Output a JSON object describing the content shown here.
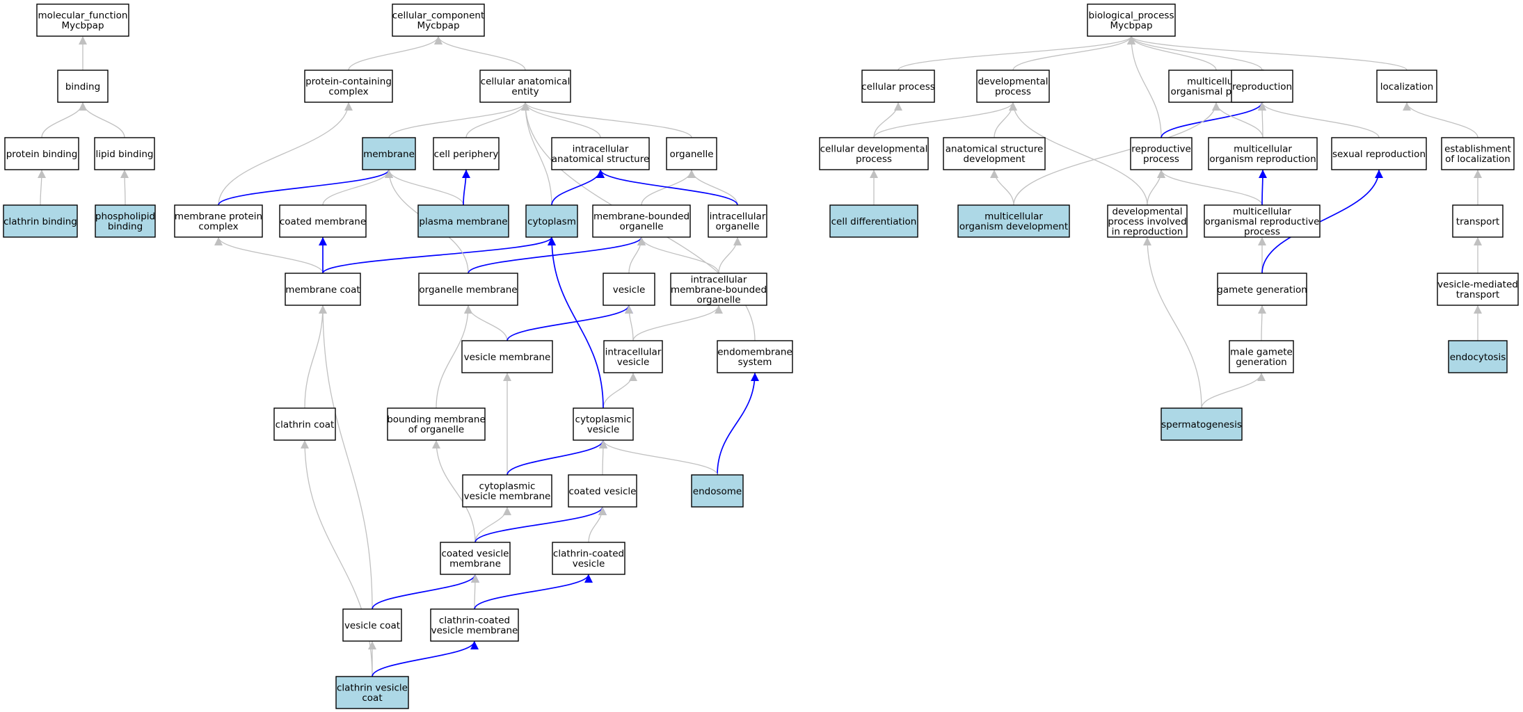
{
  "colors": {
    "plain": "#ffffff",
    "highlight": "#add8e6",
    "gray_edge": "#c0c0c0",
    "blue_edge": "#0000ff",
    "border": "#000000"
  },
  "nodes": [
    {
      "id": "mf",
      "lines": [
        "molecular_function",
        "Mycbpap"
      ],
      "hl": false
    },
    {
      "id": "binding",
      "lines": [
        "binding"
      ],
      "hl": false
    },
    {
      "id": "protbind",
      "lines": [
        "protein binding"
      ],
      "hl": false
    },
    {
      "id": "lipidbind",
      "lines": [
        "lipid binding"
      ],
      "hl": false
    },
    {
      "id": "clathbind",
      "lines": [
        "clathrin binding"
      ],
      "hl": true
    },
    {
      "id": "phosbind",
      "lines": [
        "phospholipid",
        "binding"
      ],
      "hl": true
    },
    {
      "id": "cc",
      "lines": [
        "cellular_component",
        "Mycbpap"
      ],
      "hl": false
    },
    {
      "id": "protcomplex",
      "lines": [
        "protein-containing",
        "complex"
      ],
      "hl": false
    },
    {
      "id": "cae",
      "lines": [
        "cellular anatomical",
        "entity"
      ],
      "hl": false
    },
    {
      "id": "membrane",
      "lines": [
        "membrane"
      ],
      "hl": true
    },
    {
      "id": "cellper",
      "lines": [
        "cell periphery"
      ],
      "hl": false
    },
    {
      "id": "ias",
      "lines": [
        "intracellular",
        "anatomical structure"
      ],
      "hl": false
    },
    {
      "id": "organelle",
      "lines": [
        "organelle"
      ],
      "hl": false
    },
    {
      "id": "mpc",
      "lines": [
        "membrane protein",
        "complex"
      ],
      "hl": false
    },
    {
      "id": "coatedmem",
      "lines": [
        "coated membrane"
      ],
      "hl": false
    },
    {
      "id": "plasmamem",
      "lines": [
        "plasma membrane"
      ],
      "hl": true
    },
    {
      "id": "cytoplasm",
      "lines": [
        "cytoplasm"
      ],
      "hl": true
    },
    {
      "id": "mbo",
      "lines": [
        "membrane-bounded",
        "organelle"
      ],
      "hl": false
    },
    {
      "id": "intorg",
      "lines": [
        "intracellular",
        "organelle"
      ],
      "hl": false
    },
    {
      "id": "memcoat",
      "lines": [
        "membrane coat"
      ],
      "hl": false
    },
    {
      "id": "orgmem",
      "lines": [
        "organelle membrane"
      ],
      "hl": false
    },
    {
      "id": "vesicle",
      "lines": [
        "vesicle"
      ],
      "hl": false
    },
    {
      "id": "imbo",
      "lines": [
        "intracellular",
        "membrane-bounded",
        "organelle"
      ],
      "hl": false
    },
    {
      "id": "vesmem",
      "lines": [
        "vesicle membrane"
      ],
      "hl": false
    },
    {
      "id": "intves",
      "lines": [
        "intracellular",
        "vesicle"
      ],
      "hl": false
    },
    {
      "id": "endomem",
      "lines": [
        "endomembrane",
        "system"
      ],
      "hl": false
    },
    {
      "id": "clathcoat",
      "lines": [
        "clathrin coat"
      ],
      "hl": false
    },
    {
      "id": "bmo",
      "lines": [
        "bounding membrane",
        "of organelle"
      ],
      "hl": false
    },
    {
      "id": "cytoves",
      "lines": [
        "cytoplasmic",
        "vesicle"
      ],
      "hl": false
    },
    {
      "id": "cvm",
      "lines": [
        "cytoplasmic",
        "vesicle membrane"
      ],
      "hl": false
    },
    {
      "id": "coatedves",
      "lines": [
        "coated vesicle"
      ],
      "hl": false
    },
    {
      "id": "endosome",
      "lines": [
        "endosome"
      ],
      "hl": true
    },
    {
      "id": "cvmem",
      "lines": [
        "coated vesicle",
        "membrane"
      ],
      "hl": false
    },
    {
      "id": "ccv",
      "lines": [
        "clathrin-coated",
        "vesicle"
      ],
      "hl": false
    },
    {
      "id": "vescoat",
      "lines": [
        "vesicle coat"
      ],
      "hl": false
    },
    {
      "id": "ccvm",
      "lines": [
        "clathrin-coated",
        "vesicle membrane"
      ],
      "hl": false
    },
    {
      "id": "cvc",
      "lines": [
        "clathrin vesicle",
        "coat"
      ],
      "hl": true
    },
    {
      "id": "bp",
      "lines": [
        "biological_process",
        "Mycbpap"
      ],
      "hl": false
    },
    {
      "id": "cellproc",
      "lines": [
        "cellular process"
      ],
      "hl": false
    },
    {
      "id": "devproc",
      "lines": [
        "developmental",
        "process"
      ],
      "hl": false
    },
    {
      "id": "mop",
      "lines": [
        "multicellular",
        "organismal process"
      ],
      "hl": false
    },
    {
      "id": "repro",
      "lines": [
        "reproduction"
      ],
      "hl": false
    },
    {
      "id": "local",
      "lines": [
        "localization"
      ],
      "hl": false
    },
    {
      "id": "cdp",
      "lines": [
        "cellular developmental",
        "process"
      ],
      "hl": false
    },
    {
      "id": "asd",
      "lines": [
        "anatomical structure",
        "development"
      ],
      "hl": false
    },
    {
      "id": "reprop",
      "lines": [
        "reproductive",
        "process"
      ],
      "hl": false
    },
    {
      "id": "mor",
      "lines": [
        "multicellular",
        "organism reproduction"
      ],
      "hl": false
    },
    {
      "id": "sexrep",
      "lines": [
        "sexual reproduction"
      ],
      "hl": false
    },
    {
      "id": "estloc",
      "lines": [
        "establishment",
        "of localization"
      ],
      "hl": false
    },
    {
      "id": "celldiff",
      "lines": [
        "cell differentiation"
      ],
      "hl": true
    },
    {
      "id": "mod",
      "lines": [
        "multicellular",
        "organism development"
      ],
      "hl": true
    },
    {
      "id": "dpir",
      "lines": [
        "developmental",
        "process involved",
        "in reproduction"
      ],
      "hl": false
    },
    {
      "id": "morp",
      "lines": [
        "multicellular",
        "organismal reproductive",
        "process"
      ],
      "hl": false
    },
    {
      "id": "transport",
      "lines": [
        "transport"
      ],
      "hl": false
    },
    {
      "id": "gamgen",
      "lines": [
        "gamete generation"
      ],
      "hl": false
    },
    {
      "id": "vmt",
      "lines": [
        "vesicle-mediated",
        "transport"
      ],
      "hl": false
    },
    {
      "id": "mgg",
      "lines": [
        "male gamete",
        "generation"
      ],
      "hl": false
    },
    {
      "id": "endocyt",
      "lines": [
        "endocytosis"
      ],
      "hl": true
    },
    {
      "id": "spermato",
      "lines": [
        "spermatogenesis"
      ],
      "hl": true
    }
  ],
  "edges": [
    {
      "from": "binding",
      "to": "mf",
      "type": "is_a"
    },
    {
      "from": "protbind",
      "to": "binding",
      "type": "is_a"
    },
    {
      "from": "lipidbind",
      "to": "binding",
      "type": "is_a"
    },
    {
      "from": "clathbind",
      "to": "protbind",
      "type": "is_a"
    },
    {
      "from": "phosbind",
      "to": "lipidbind",
      "type": "is_a"
    },
    {
      "from": "protcomplex",
      "to": "cc",
      "type": "is_a"
    },
    {
      "from": "cae",
      "to": "cc",
      "type": "is_a"
    },
    {
      "from": "membrane",
      "to": "cae",
      "type": "is_a"
    },
    {
      "from": "cellper",
      "to": "cae",
      "type": "is_a"
    },
    {
      "from": "ias",
      "to": "cae",
      "type": "is_a"
    },
    {
      "from": "organelle",
      "to": "cae",
      "type": "is_a"
    },
    {
      "from": "cytoplasm",
      "to": "cae",
      "type": "is_a"
    },
    {
      "from": "endomem",
      "to": "cae",
      "type": "is_a"
    },
    {
      "from": "mpc",
      "to": "protcomplex",
      "type": "is_a"
    },
    {
      "from": "mpc",
      "to": "membrane",
      "type": "part_of"
    },
    {
      "from": "coatedmem",
      "to": "membrane",
      "type": "is_a"
    },
    {
      "from": "plasmamem",
      "to": "membrane",
      "type": "is_a"
    },
    {
      "from": "plasmamem",
      "to": "cellper",
      "type": "part_of"
    },
    {
      "from": "cytoplasm",
      "to": "ias",
      "type": "part_of"
    },
    {
      "from": "mbo",
      "to": "organelle",
      "type": "is_a"
    },
    {
      "from": "intorg",
      "to": "organelle",
      "type": "is_a"
    },
    {
      "from": "intorg",
      "to": "ias",
      "type": "part_of"
    },
    {
      "from": "memcoat",
      "to": "mpc",
      "type": "is_a"
    },
    {
      "from": "memcoat",
      "to": "coatedmem",
      "type": "part_of"
    },
    {
      "from": "memcoat",
      "to": "cytoplasm",
      "type": "part_of"
    },
    {
      "from": "orgmem",
      "to": "membrane",
      "type": "is_a"
    },
    {
      "from": "orgmem",
      "to": "mbo",
      "type": "part_of"
    },
    {
      "from": "vesicle",
      "to": "mbo",
      "type": "is_a"
    },
    {
      "from": "imbo",
      "to": "mbo",
      "type": "is_a"
    },
    {
      "from": "imbo",
      "to": "intorg",
      "type": "is_a"
    },
    {
      "from": "vesmem",
      "to": "orgmem",
      "type": "is_a"
    },
    {
      "from": "vesmem",
      "to": "vesicle",
      "type": "part_of"
    },
    {
      "from": "intves",
      "to": "vesicle",
      "type": "is_a"
    },
    {
      "from": "intves",
      "to": "imbo",
      "type": "is_a"
    },
    {
      "from": "endosome",
      "to": "endomem",
      "type": "part_of"
    },
    {
      "from": "endosome",
      "to": "cytoves",
      "type": "is_a"
    },
    {
      "from": "clathcoat",
      "to": "memcoat",
      "type": "is_a"
    },
    {
      "from": "bmo",
      "to": "orgmem",
      "type": "is_a"
    },
    {
      "from": "cytoves",
      "to": "intves",
      "type": "is_a"
    },
    {
      "from": "cytoves",
      "to": "cytoplasm",
      "type": "part_of"
    },
    {
      "from": "cvm",
      "to": "vesmem",
      "type": "is_a"
    },
    {
      "from": "cvm",
      "to": "cytoves",
      "type": "part_of"
    },
    {
      "from": "coatedves",
      "to": "cytoves",
      "type": "is_a"
    },
    {
      "from": "cvmem",
      "to": "bmo",
      "type": "is_a"
    },
    {
      "from": "cvmem",
      "to": "cvm",
      "type": "is_a"
    },
    {
      "from": "cvmem",
      "to": "coatedves",
      "type": "part_of"
    },
    {
      "from": "ccv",
      "to": "coatedves",
      "type": "is_a"
    },
    {
      "from": "vescoat",
      "to": "memcoat",
      "type": "is_a"
    },
    {
      "from": "vescoat",
      "to": "cvmem",
      "type": "part_of"
    },
    {
      "from": "ccvm",
      "to": "cvmem",
      "type": "is_a"
    },
    {
      "from": "ccvm",
      "to": "ccv",
      "type": "part_of"
    },
    {
      "from": "cvc",
      "to": "clathcoat",
      "type": "is_a"
    },
    {
      "from": "cvc",
      "to": "vescoat",
      "type": "is_a"
    },
    {
      "from": "cvc",
      "to": "ccvm",
      "type": "part_of"
    },
    {
      "from": "cellproc",
      "to": "bp",
      "type": "is_a"
    },
    {
      "from": "devproc",
      "to": "bp",
      "type": "is_a"
    },
    {
      "from": "mop",
      "to": "bp",
      "type": "is_a"
    },
    {
      "from": "repro",
      "to": "bp",
      "type": "is_a"
    },
    {
      "from": "local",
      "to": "bp",
      "type": "is_a"
    },
    {
      "from": "reprop",
      "to": "bp",
      "type": "is_a"
    },
    {
      "from": "cdp",
      "to": "cellproc",
      "type": "is_a"
    },
    {
      "from": "cdp",
      "to": "devproc",
      "type": "is_a"
    },
    {
      "from": "asd",
      "to": "devproc",
      "type": "is_a"
    },
    {
      "from": "reprop",
      "to": "repro",
      "type": "part_of"
    },
    {
      "from": "mor",
      "to": "repro",
      "type": "is_a"
    },
    {
      "from": "mor",
      "to": "mop",
      "type": "is_a"
    },
    {
      "from": "sexrep",
      "to": "repro",
      "type": "is_a"
    },
    {
      "from": "estloc",
      "to": "local",
      "type": "is_a"
    },
    {
      "from": "celldiff",
      "to": "cdp",
      "type": "is_a"
    },
    {
      "from": "mod",
      "to": "asd",
      "type": "is_a"
    },
    {
      "from": "mod",
      "to": "mop",
      "type": "is_a"
    },
    {
      "from": "dpir",
      "to": "devproc",
      "type": "is_a"
    },
    {
      "from": "dpir",
      "to": "reprop",
      "type": "is_a"
    },
    {
      "from": "morp",
      "to": "reprop",
      "type": "is_a"
    },
    {
      "from": "morp",
      "to": "mor",
      "type": "part_of"
    },
    {
      "from": "transport",
      "to": "estloc",
      "type": "is_a"
    },
    {
      "from": "gamgen",
      "to": "morp",
      "type": "is_a"
    },
    {
      "from": "gamgen",
      "to": "sexrep",
      "type": "part_of"
    },
    {
      "from": "vmt",
      "to": "transport",
      "type": "is_a"
    },
    {
      "from": "mgg",
      "to": "gamgen",
      "type": "is_a"
    },
    {
      "from": "endocyt",
      "to": "vmt",
      "type": "is_a"
    },
    {
      "from": "spermato",
      "to": "mgg",
      "type": "is_a"
    },
    {
      "from": "spermato",
      "to": "dpir",
      "type": "is_a"
    }
  ]
}
